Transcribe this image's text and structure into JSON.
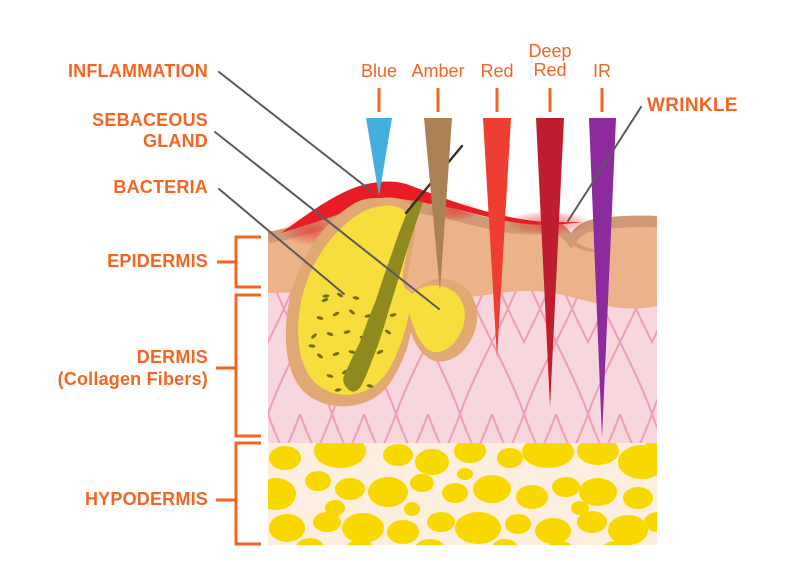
{
  "diagram": {
    "left_labels": {
      "inflammation": "INFLAMMATION",
      "sebaceous_line1": "SEBACEOUS",
      "sebaceous_line2": "GLAND",
      "bacteria": "BACTERIA",
      "epidermis": "EPIDERMIS",
      "dermis": "DERMIS",
      "dermis_sub": "(Collagen Fibers)",
      "hypodermis": "HYPODERMIS"
    },
    "right_label": {
      "wrinkle": "WRINKLE"
    },
    "lights": [
      {
        "name": "Blue",
        "beam_color": "#45aede"
      },
      {
        "name": "Amber",
        "beam_color": "#a98153"
      },
      {
        "name": "Red",
        "beam_color": "#ee3d31"
      },
      {
        "name": "Deep Red",
        "beam_color": "#be1e2d"
      },
      {
        "name": "IR",
        "beam_color": "#8d2a9d"
      }
    ],
    "colors": {
      "label_orange": "#f26522",
      "leader_line_gray": "#5a5a5c",
      "epidermis_tan": "#ecb289",
      "epidermis_surface_tan": "#d09a76",
      "dermis_pink": "#f8d6dd",
      "collagen_fiber_pink": "#eda0af",
      "hypodermis_cream": "#fcefdf",
      "fat_yellow": "#f9d800",
      "sebum_yellow": "#f6df3c",
      "follicle_border_tan": "#e0a873",
      "inflammation_red": "#e81c24",
      "hair_olive": "#8f8a20",
      "bacteria_olive": "#6f6e16"
    }
  }
}
